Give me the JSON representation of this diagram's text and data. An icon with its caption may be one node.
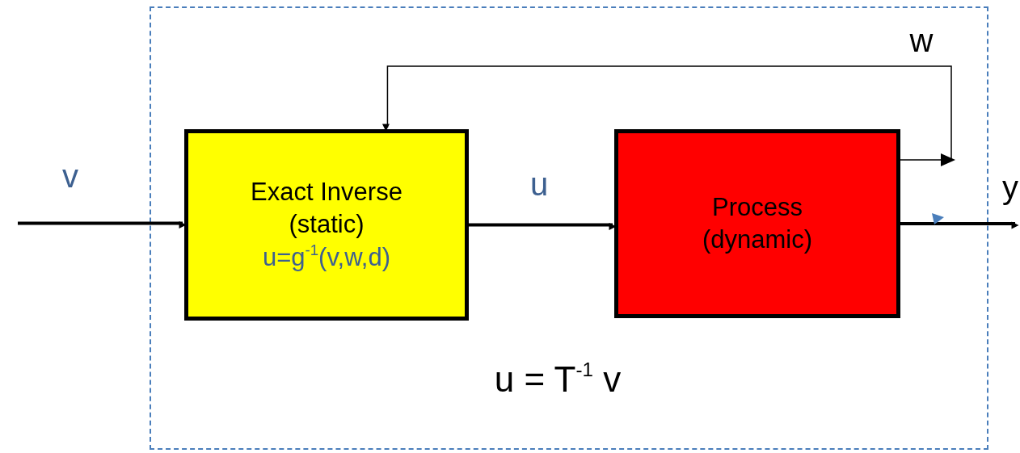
{
  "diagram": {
    "nodes": [
      {
        "text": [],
        "shape": "box"
      },
      {
        "text": [
          "Exact Inverse (static)",
          "u=g$^{-1}$(v,w,d)"
        ],
        "in": 0
      },
      {
        "text": [
          "Process (dynamic)"
        ],
        "in": 0
      }
    ],
    "edges": [
      {
        "from": null,
        "to": 1,
        "arrow": "to",
        "label": "v"
      },
      {
        "from": 1,
        "to": 2,
        "arrow": "to",
        "label": "u"
      },
      {
        "from": 2,
        "to": null,
        "arrow": "to",
        "label": "y"
      },
      {
        "from": 2,
        "to": 1,
        "arrow": "to",
        "label": "w"
      }
    ],
    "labels": [
      "u = T$^{-1}$ v"
    ]
  }
}
